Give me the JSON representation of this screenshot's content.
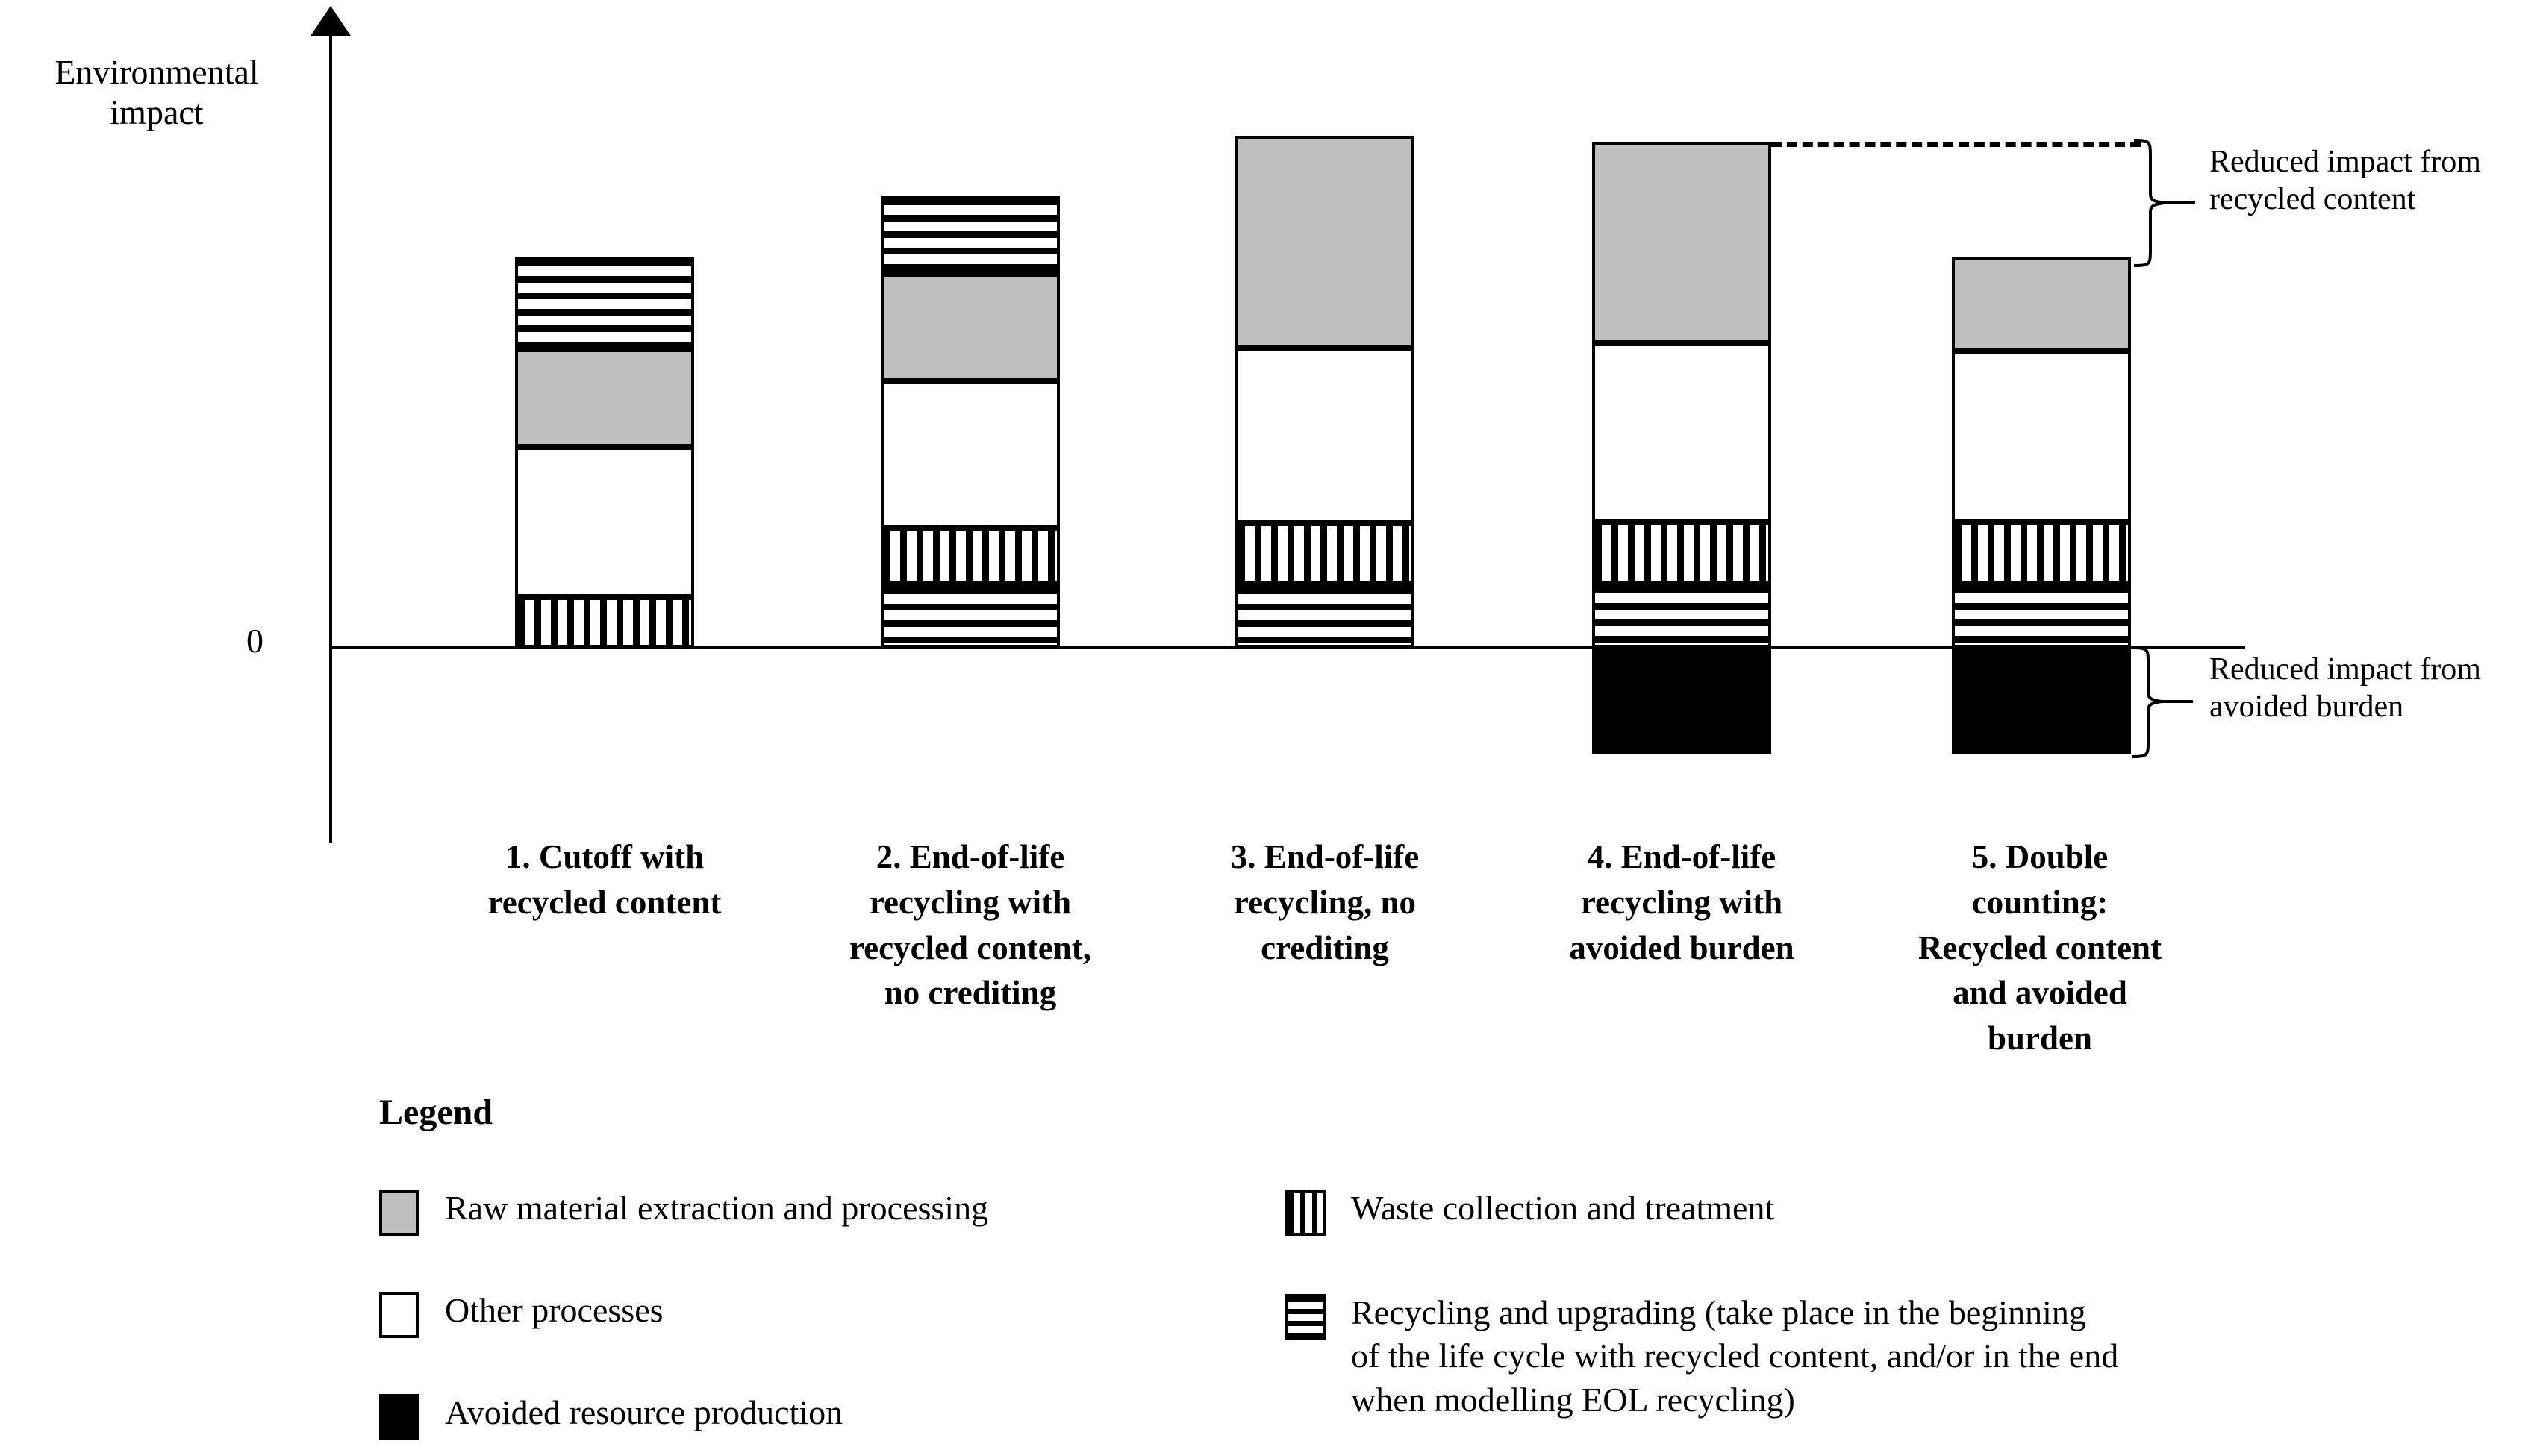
{
  "axis": {
    "y_label": "Environmental\nimpact",
    "zero_tick": "0"
  },
  "annotations": {
    "top": "Reduced impact from\nrecycled content",
    "bottom": "Reduced impact from\navoided burden"
  },
  "categories": [
    "1. Cutoff with recycled content",
    "2. End-of-life recycling with recycled content, no crediting",
    "3. End-of-life recycling, no crediting",
    "4. End-of-life recycling with avoided burden",
    "5. Double counting: Recycled content and avoided burden"
  ],
  "legend": {
    "title": "Legend",
    "items": [
      {
        "label": "Raw material extraction and processing",
        "pattern": "gray"
      },
      {
        "label": "Other processes",
        "pattern": "white"
      },
      {
        "label": "Avoided resource production",
        "pattern": "black"
      },
      {
        "label": "Waste collection and treatment",
        "pattern": "vhatch"
      },
      {
        "label": "Recycling and upgrading (take place in the beginning\nof the life cycle with recycled content, and/or in the end\nwhen modelling EOL recycling)",
        "pattern": "hhatch"
      }
    ]
  },
  "colors": {
    "raw_material": "#bfbfbf",
    "other_processes": "#ffffff",
    "avoided_resource": "#000000",
    "outline": "#000000",
    "background": "#ffffff"
  },
  "chart_data": {
    "type": "bar",
    "title": "",
    "xlabel": "",
    "ylabel": "Environmental impact",
    "stacked": true,
    "grid": false,
    "legend_position": "bottom",
    "ylim": [
      -1.2,
      4.6
    ],
    "yticks": [
      0
    ],
    "ytick_labels": [
      "0"
    ],
    "series": [
      {
        "name": "Recycling and upgrading (beginning of life)",
        "pattern": "hhatch",
        "values": [
          0.95,
          0.8,
          0,
          0,
          0
        ]
      },
      {
        "name": "Raw material extraction and processing",
        "pattern": "gray",
        "values": [
          1.0,
          1.1,
          1.85,
          1.75,
          0.85
        ]
      },
      {
        "name": "Other processes",
        "pattern": "white",
        "values": [
          1.55,
          1.5,
          1.5,
          1.5,
          1.5
        ]
      },
      {
        "name": "Waste collection and treatment",
        "pattern": "vhatch",
        "values": [
          0.52,
          0.58,
          0.58,
          0.58,
          0.58
        ]
      },
      {
        "name": "Recycling and upgrading (end of life)",
        "pattern": "hhatch",
        "values": [
          0,
          0.5,
          0.5,
          0.5,
          0.5
        ]
      },
      {
        "name": "Avoided resource production",
        "pattern": "black",
        "values": [
          0,
          0,
          0,
          -0.95,
          -0.95
        ]
      }
    ],
    "categories": [
      "1. Cutoff with recycled content",
      "2. End-of-life recycling with recycled content, no crediting",
      "3. End-of-life recycling, no crediting",
      "4. End-of-life recycling with avoided burden",
      "5. Double counting: Recycled content and avoided burden"
    ],
    "totals_above_zero": [
      4.02,
      4.48,
      4.43,
      4.33,
      3.43
    ],
    "annotations": [
      {
        "text": "Reduced impact from recycled content",
        "refers_to": "gap between bar 4 top and bar 5 top"
      },
      {
        "text": "Reduced impact from avoided burden",
        "refers_to": "black negative segment of bar 5"
      }
    ]
  }
}
